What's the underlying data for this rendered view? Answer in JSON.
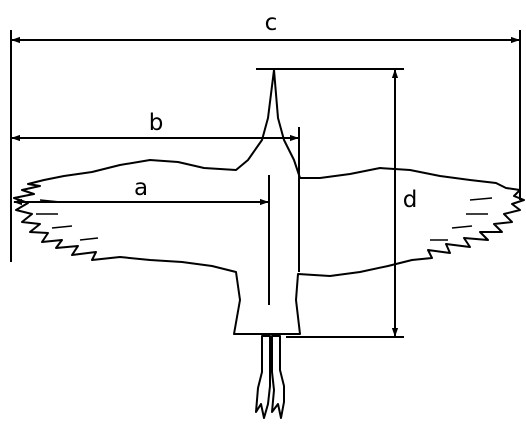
{
  "labels": {
    "a": "a",
    "b": "b",
    "c": "c",
    "d": "d"
  },
  "colors": {
    "ink": "#000000",
    "background": "#ffffff"
  }
}
